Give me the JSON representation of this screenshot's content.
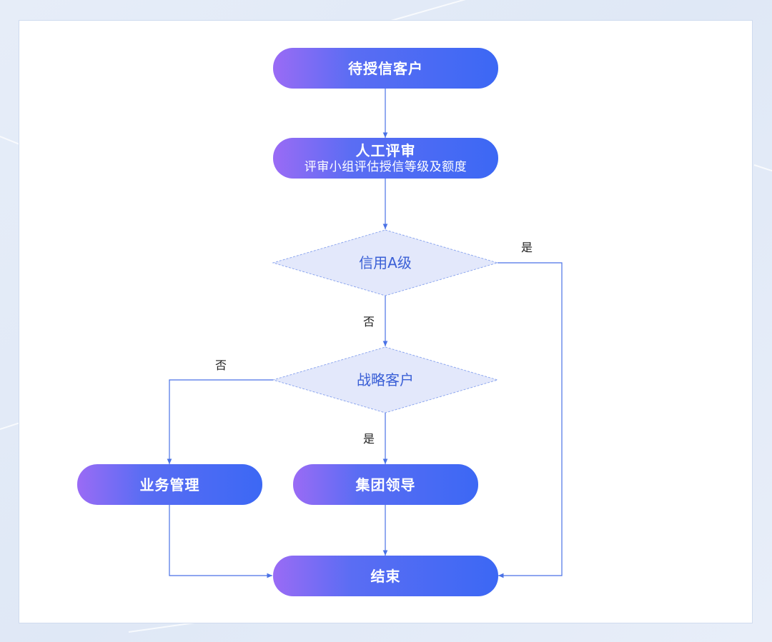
{
  "nodes": {
    "start": {
      "title": "待授信客户"
    },
    "review": {
      "title": "人工评审",
      "subtitle": "评审小组评估授信等级及额度"
    },
    "decision_a": {
      "label": "信用A级"
    },
    "decision_strategic": {
      "label": "战略客户"
    },
    "business": {
      "title": "业务管理"
    },
    "group_leader": {
      "title": "集团领导"
    },
    "end": {
      "title": "结束"
    }
  },
  "edges": {
    "a_yes": "是",
    "a_no": "否",
    "strategic_no": "否",
    "strategic_yes": "是"
  },
  "colors": {
    "pill_start": "#9a6bf5",
    "pill_end": "#3c68f4",
    "diamond_fill": "#e3e8fb",
    "diamond_stroke": "#8fa8ef",
    "connector": "#4a72e6",
    "decision_text": "#3a5fd6"
  }
}
